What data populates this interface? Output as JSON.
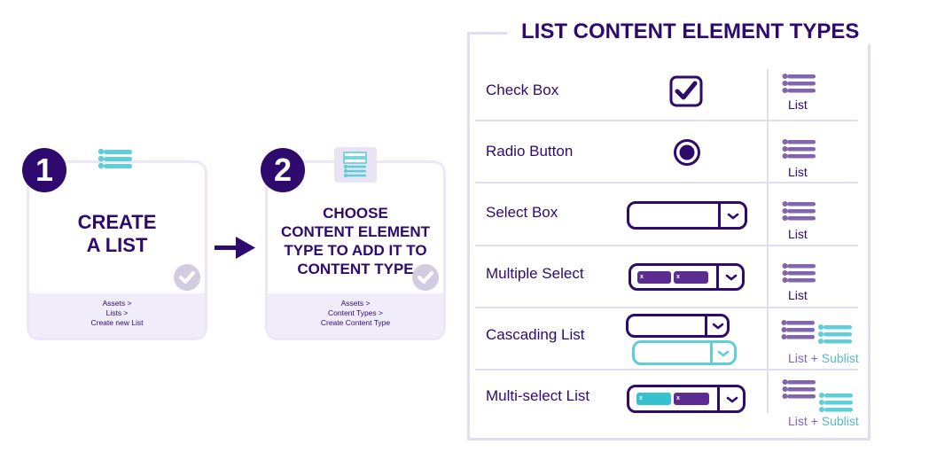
{
  "steps": [
    {
      "number": "1",
      "title_lines": [
        "CREATE",
        "A LIST"
      ],
      "icon": "list-icon",
      "path": [
        "Assets >",
        "Lists >",
        "Create new List"
      ],
      "status_icon": "check-circle-icon"
    },
    {
      "number": "2",
      "title_lines": [
        "CHOOSE",
        "CONTENT ELEMENT",
        "TYPE TO ADD IT TO",
        "CONTENT TYPE"
      ],
      "icon": "form-list-icon",
      "path": [
        "Assets >",
        "Content Types >",
        "Create Content Type"
      ],
      "status_icon": "check-circle-icon"
    }
  ],
  "arrow_icon": "arrow-right-icon",
  "panel": {
    "title": "LIST CONTENT ELEMENT TYPES",
    "rows": [
      {
        "label": "Check Box",
        "control": "checkbox-icon",
        "source_icon": "list-icon",
        "caption": "List"
      },
      {
        "label": "Radio Button",
        "control": "radio-button-icon",
        "source_icon": "list-icon",
        "caption": "List"
      },
      {
        "label": "Select Box",
        "control": "select-box",
        "source_icon": "list-icon",
        "caption": "List"
      },
      {
        "label": "Multiple Select",
        "control": "multi-select",
        "chips": [
          "x",
          "x"
        ],
        "source_icon": "list-icon",
        "caption": "List"
      },
      {
        "label": "Cascading List",
        "control": "cascading-select",
        "source_icon": "list-sublist-icon",
        "caption_a": "List +",
        "caption_b": "Sublist"
      },
      {
        "label": "Multi-select List",
        "control": "multi-select-list",
        "chips": [
          "x",
          "x"
        ],
        "source_icon": "list-sublist-icon",
        "caption_a": "List +",
        "caption_b": "Sublist"
      }
    ]
  },
  "colors": {
    "primary": "#2e0a6e",
    "list_purple": "#8166ad",
    "chip_purple": "#5b2d91",
    "teal": "#5ecfd6",
    "chip_teal": "#36c2cc",
    "border_light": "#e3ddf0",
    "footer_bg": "#f1ecfa",
    "check_grey": "#d3cbe0"
  }
}
